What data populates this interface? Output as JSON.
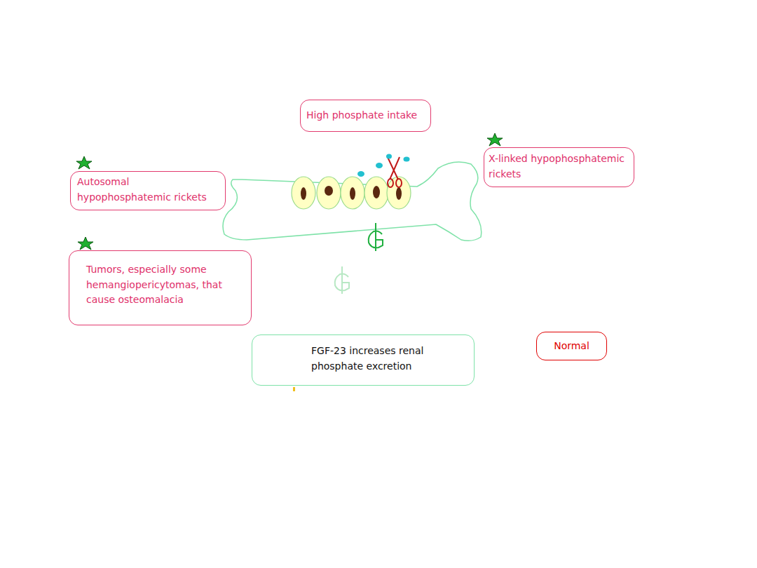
{
  "diagram": {
    "nodes": [
      {
        "text": [
          "High phosphate intake"
        ]
      },
      {
        "text": [
          "X-linked hypophosphatemic rickets"
        ]
      },
      {
        "text": [
          "Autosomal hypophosphatemic rickets"
        ]
      },
      {
        "text": [
          "Tumors, especially some hemangiopericytomas, that cause osteomalacia"
        ]
      },
      {
        "text": [
          "Normal"
        ]
      },
      {
        "text": [
          "FGF-23 increases renal phosphate excretion"
        ]
      }
    ]
  }
}
